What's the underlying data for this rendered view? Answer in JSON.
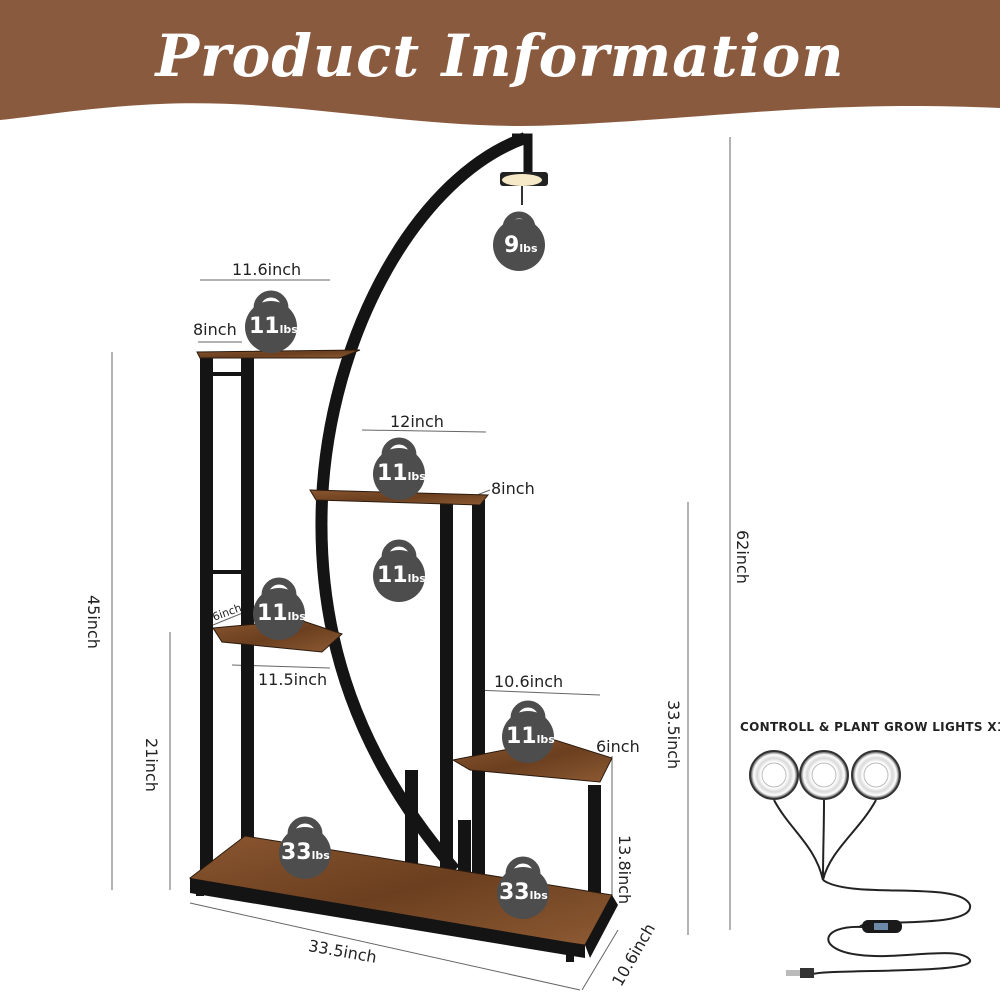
{
  "banner": {
    "title": "Product Information",
    "color": "#8a5a3e"
  },
  "dimensions": {
    "top_shelf_width": "11.6inch",
    "top_shelf_depth": "8inch",
    "second_shelf_width": "12inch",
    "second_shelf_depth": "8inch",
    "left_shelf_depth": "6inch",
    "left_shelf_width": "11.5inch",
    "right_shelf_width": "10.6inch",
    "right_shelf_depth": "6inch",
    "base_width": "33.5inch",
    "base_depth": "10.6inch",
    "left_height": "45inch",
    "left_lower_height": "21inch",
    "right_height": "33.5inch",
    "total_height": "62inch",
    "right_shelf_height": "13.8inch"
  },
  "weights": {
    "lamp": {
      "value": "9",
      "unit": "lbs"
    },
    "top_shelf": {
      "value": "11",
      "unit": "lbs"
    },
    "second_shelf": {
      "value": "11",
      "unit": "lbs"
    },
    "hanging": {
      "value": "11",
      "unit": "lbs"
    },
    "left_shelf": {
      "value": "11",
      "unit": "lbs"
    },
    "right_shelf": {
      "value": "11",
      "unit": "lbs"
    },
    "base_left": {
      "value": "33",
      "unit": "lbs"
    },
    "base_right": {
      "value": "33",
      "unit": "lbs"
    }
  },
  "grow_lights": {
    "title": "CONTROLL & PLANT GROW LIGHTS X1"
  },
  "colors": {
    "frame": "#141414",
    "wood": "#7a4a25",
    "weight": "#4d4d4d"
  }
}
